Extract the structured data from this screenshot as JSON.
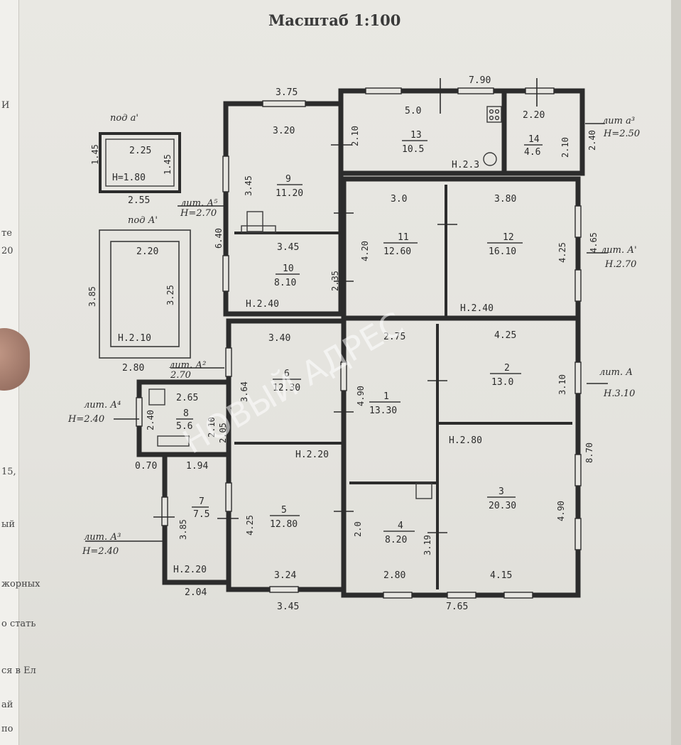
{
  "title": "Масштаб 1:100",
  "watermark": "НОВЫЙ АДРЕС",
  "edge_text": [
    "И",
    "те",
    "20",
    "15,",
    "ый",
    "жорных",
    "о стать",
    "ся в Ел",
    "ай",
    "по"
  ],
  "labels": {
    "under_a3": "под а'",
    "under_a1": "под А'",
    "lit_a5": "лит. А⁵",
    "lit_a5_h": "Н=2.70",
    "lit_a3_small": "лит а³",
    "lit_a3_small_h": "Н=2.50",
    "lit_a1": "лит. А'",
    "lit_a1_h": "Н.2.70",
    "lit_a": "лит. А",
    "lit_a_h": "Н.3.10",
    "lit_a2": "лит. А²",
    "lit_a2_h": "2.70",
    "lit_a4": "лит. А⁴",
    "lit_a4_h": "Н=2.40",
    "lit_a3": "лит. А³",
    "lit_a3_h": "Н=2.40"
  },
  "rooms": [
    {
      "no": "13",
      "area": "10.5",
      "h": "Н.2.3"
    },
    {
      "no": "14",
      "area": "4.6"
    },
    {
      "no": "9",
      "area": "11.20"
    },
    {
      "no": "10",
      "area": "8.10",
      "h": "Н.2.40"
    },
    {
      "no": "11",
      "area": "12.60"
    },
    {
      "no": "12",
      "area": "16.10",
      "h": "Н.2.40"
    },
    {
      "no": "6",
      "area": "12.30"
    },
    {
      "no": "1",
      "area": "13.30"
    },
    {
      "no": "2",
      "area": "13.0",
      "h": "Н.2.80"
    },
    {
      "no": "8",
      "area": "5.6"
    },
    {
      "no": "7",
      "area": "7.5",
      "h": "Н.2.20"
    },
    {
      "no": "5",
      "area": "12.80",
      "h": "Н.2.20"
    },
    {
      "no": "4",
      "area": "8.20"
    },
    {
      "no": "3",
      "area": "20.30"
    }
  ],
  "cellar_a3": {
    "w": "2.25",
    "h_side": "1.45",
    "left_side": "1.45",
    "height": "Н=1.80",
    "bottom": "2.55"
  },
  "cellar_a1": {
    "w": "2.20",
    "inner": "3.25",
    "left_side": "3.85",
    "height": "Н.2.10",
    "bottom": "2.80"
  },
  "dims": {
    "top_375": "3.75",
    "top_790": "7.90",
    "d_320": "3.20",
    "d_50": "5.0",
    "d_220": "2.20",
    "d_240": "2.40",
    "d_210a": "2.10",
    "d_210b": "2.10",
    "d_345a": "3.45",
    "d_640": "6.40",
    "d_345b": "3.45",
    "d_30": "3.0",
    "d_380": "3.80",
    "d_420": "4.20",
    "d_425a": "4.25",
    "d_465": "4.65",
    "d_235": "2.35",
    "d_340": "3.40",
    "d_275": "2.75",
    "d_425b": "4.25",
    "d_364": "3.64",
    "d_490a": "4.90",
    "d_310": "3.10",
    "d_265": "2.65",
    "d_240b": "2.40",
    "d_210c": "2.10",
    "d_205": "2.05",
    "d_070": "0.70",
    "d_194": "1.94",
    "d_870": "8.70",
    "d_385": "3.85",
    "d_425c": "4.25",
    "d_20": "2.0",
    "d_319": "3.19",
    "d_490b": "4.90",
    "d_204": "2.04",
    "d_324": "3.24",
    "d_280": "2.80",
    "d_415": "4.15",
    "b_345": "3.45",
    "b_765": "7.65"
  }
}
